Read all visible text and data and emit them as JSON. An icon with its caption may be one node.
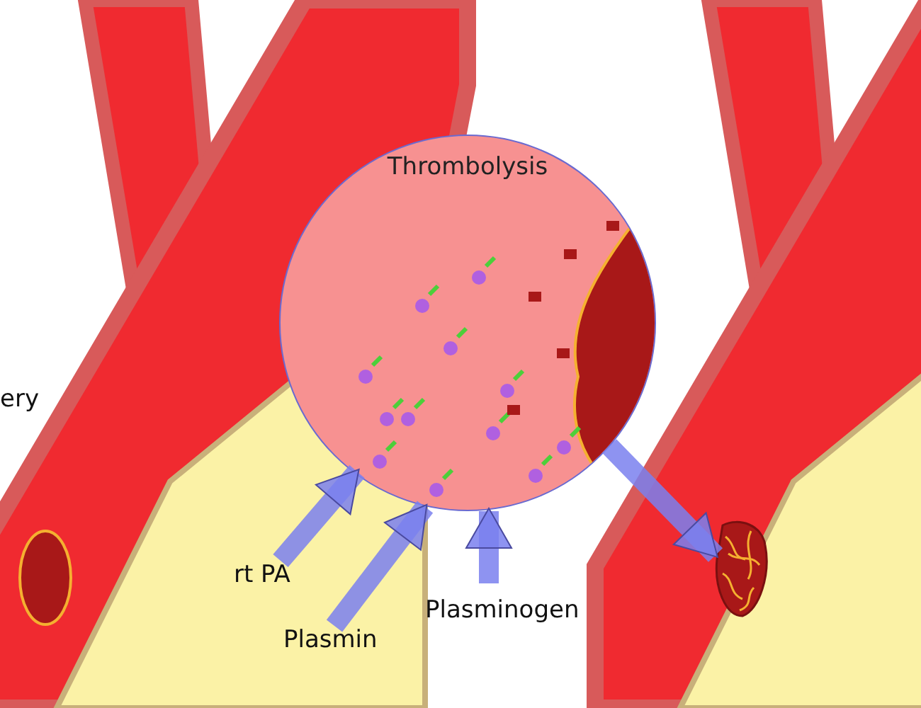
{
  "diagram": {
    "nodes": [
      {
        "text": [
          "Thrombolysis"
        ]
      },
      {
        "text": [
          "rt PA"
        ]
      },
      {
        "text": [
          "Plasmin"
        ]
      },
      {
        "text": [
          "Plasminogen"
        ]
      },
      {
        "text": [],
        "shape": "picture"
      }
    ],
    "edges": [
      {
        "from": 1,
        "to": 0,
        "arrow": "to"
      },
      {
        "from": 2,
        "to": 0,
        "arrow": "to"
      },
      {
        "from": 3,
        "to": 0,
        "arrow": "to"
      },
      {
        "from": 0,
        "to": 4,
        "arrow": "to"
      }
    ],
    "labels": [
      "ery"
    ]
  }
}
